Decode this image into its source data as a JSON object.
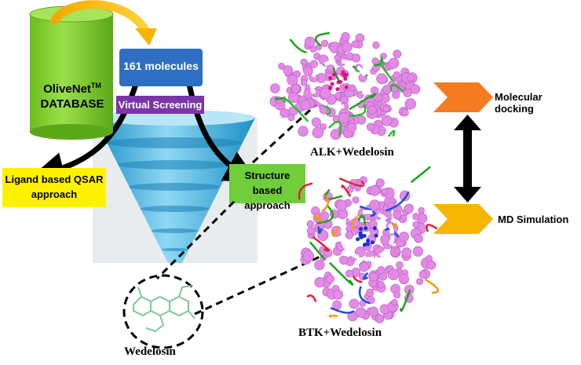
{
  "database": {
    "line1": "OliveNet",
    "tm": "TM",
    "line2": "DATABASE"
  },
  "molecules_box": {
    "label": "161 molecules"
  },
  "virtual_screening": {
    "label": "Virtual Screening"
  },
  "ligand_qsar": {
    "line1": "Ligand based QSAR",
    "line2": "approach"
  },
  "structure_based": {
    "line1": "Structure based",
    "line2": "approach"
  },
  "wedelosin": {
    "label": "Wedelosin"
  },
  "alk_complex": {
    "label": "ALK+Wedelosin"
  },
  "btk_complex": {
    "label": "BTK+Wedelosin"
  },
  "steps": {
    "docking": "Molecular docking",
    "md": "MD Simulation"
  },
  "colors": {
    "cylinder": "#84d12e",
    "molecules_box": "#2e6fc4",
    "virtual_screening": "#7a35a8",
    "ligand_box": "#fff200",
    "structure_box": "#6fce3a",
    "docking_chevron": "#f47b20",
    "md_chevron": "#f6b500",
    "protein_sphere": "#e28ae6",
    "funnel": "#4fb6de"
  }
}
